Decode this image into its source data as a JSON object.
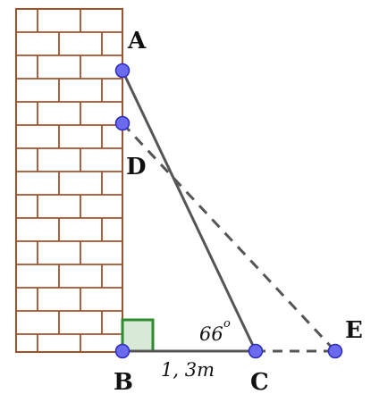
{
  "points": {
    "A": "A",
    "B": "B",
    "C": "C",
    "D": "D",
    "E": "E"
  },
  "measurements": {
    "angle_value": "66",
    "angle_unit": "o",
    "distance_BC": "1, 3m"
  },
  "colors": {
    "brick_outline": "#a0522d",
    "ladder_line": "#555555",
    "point_fill": "#6b6bf0",
    "point_stroke": "#2b2bbf",
    "right_angle_fill": "#d7ead7",
    "right_angle_stroke": "#2e8b2e"
  }
}
